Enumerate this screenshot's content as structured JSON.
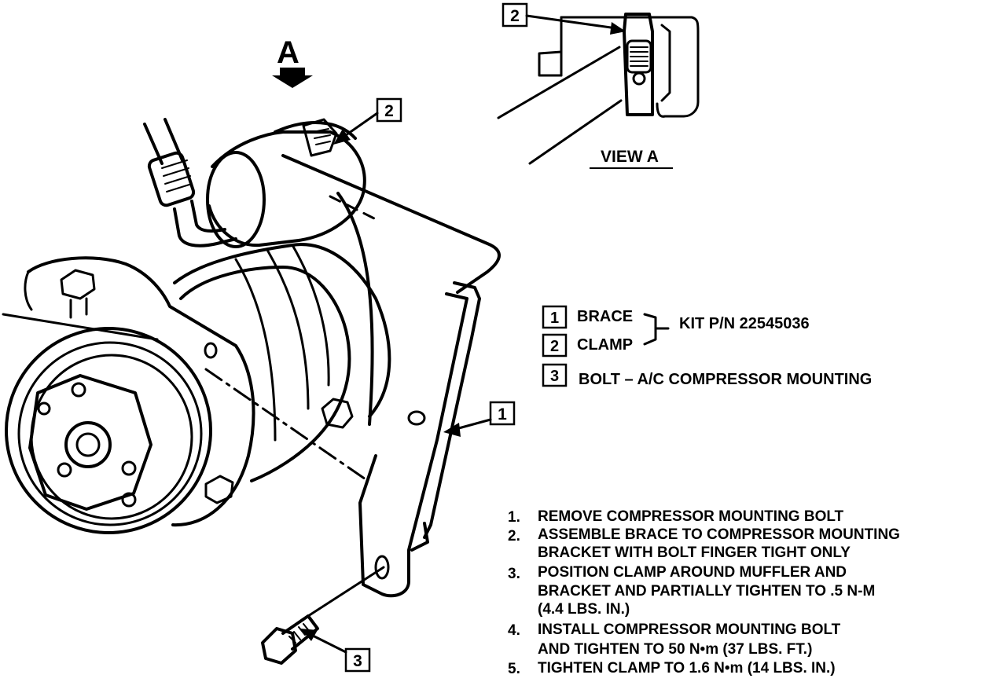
{
  "view": {
    "arrow_letter": "A",
    "label": "VIEW  A"
  },
  "callouts": {
    "c1": "1",
    "c2": "2",
    "c3": "3"
  },
  "legend": {
    "items": [
      {
        "num": "1",
        "label": "BRACE"
      },
      {
        "num": "2",
        "label": "CLAMP"
      },
      {
        "num": "3",
        "label": "BOLT – A/C COMPRESSOR MOUNTING"
      }
    ],
    "kit": "KIT  P/N  22545036"
  },
  "steps": [
    {
      "num": "1.",
      "lines": [
        "REMOVE COMPRESSOR MOUNTING BOLT"
      ]
    },
    {
      "num": "2.",
      "lines": [
        "ASSEMBLE BRACE TO COMPRESSOR MOUNTING",
        "BRACKET WITH BOLT FINGER TIGHT ONLY"
      ]
    },
    {
      "num": "3.",
      "lines": [
        "POSITION CLAMP AROUND MUFFLER AND",
        "BRACKET AND PARTIALLY TIGHTEN TO .5 N-M",
        "(4.4 LBS. IN.)"
      ]
    },
    {
      "num": "4.",
      "lines": [
        "INSTALL COMPRESSOR MOUNTING BOLT",
        "AND TIGHTEN TO 50 N•m (37 LBS. FT.)"
      ]
    },
    {
      "num": "5.",
      "lines": [
        "TIGHTEN CLAMP TO 1.6 N•m (14 LBS. IN.)"
      ]
    }
  ]
}
